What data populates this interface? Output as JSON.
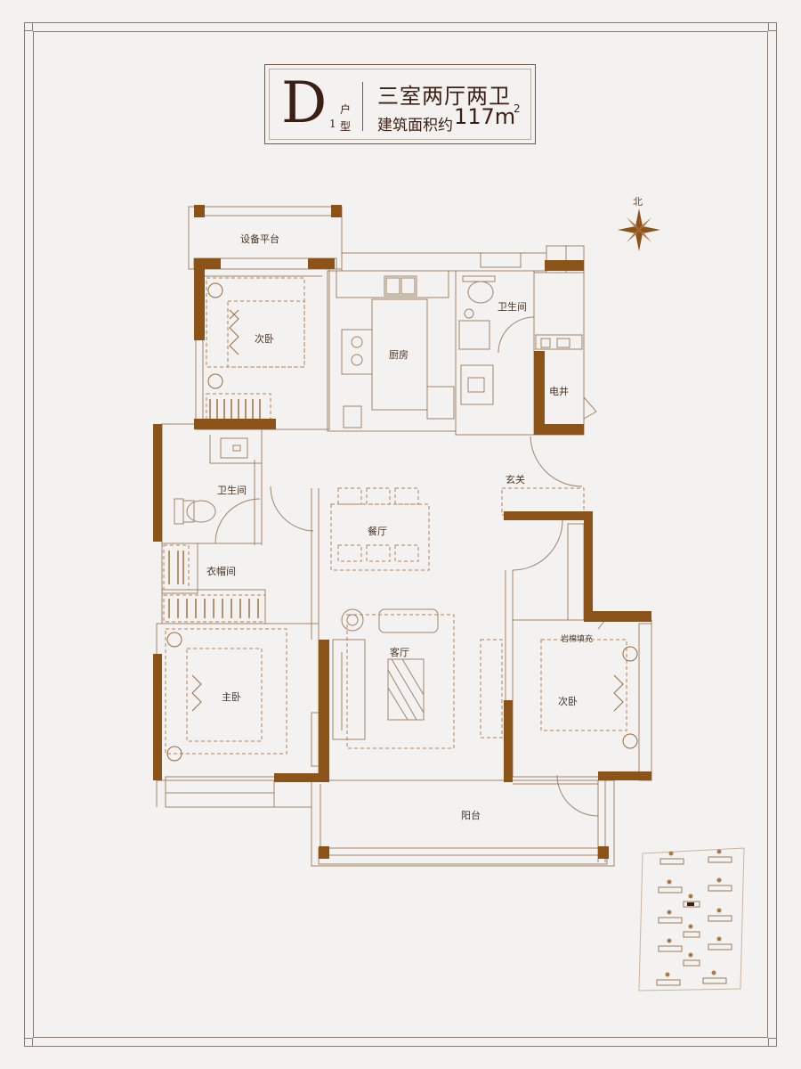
{
  "header": {
    "type_letter": "D",
    "type_number": "1",
    "type_word_1": "户",
    "type_word_2": "型",
    "layout": "三室两厅两卫",
    "area_label": "建筑面积约",
    "area_value": "117m",
    "area_unit_sup": "2"
  },
  "compass": {
    "label": "北"
  },
  "rooms": {
    "equipment_platform": "设备平台",
    "secondary_bedroom_north": "次卧",
    "kitchen": "厨房",
    "bathroom_north": "卫生间",
    "electric_shaft": "电井",
    "bathroom_west": "卫生间",
    "entrance": "玄关",
    "dining_room": "餐厅",
    "cloakroom": "衣帽间",
    "living_room": "客厅",
    "master_bedroom": "主卧",
    "secondary_bedroom_east": "次卧",
    "insulation_fill": "岩棉填充",
    "balcony": "阳台"
  },
  "colors": {
    "wall": "#8c5318",
    "line": "#a0846a",
    "dashed": "#b58258",
    "text": "#3b1f14"
  }
}
